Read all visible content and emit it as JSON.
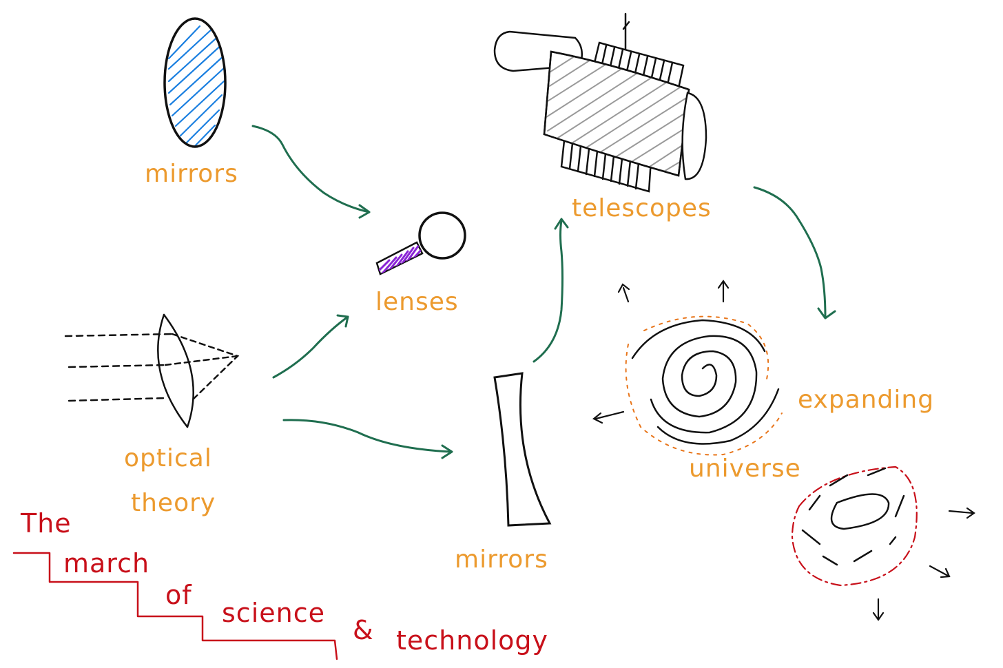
{
  "labels": {
    "mirrors_top": "mirrors",
    "lenses": "lenses",
    "telescopes": "telescopes",
    "optical_line1": "optical",
    "optical_line2": "theory",
    "mirrors_bottom": "mirrors",
    "expanding": "expanding",
    "universe": "universe"
  },
  "title": {
    "word1": "The",
    "word2": "march",
    "word3": "of",
    "word4": "science",
    "word5": "&",
    "word6": "technology"
  },
  "colors": {
    "label_orange": "#ec9a2e",
    "arrow_green": "#1f6e4f",
    "title_red": "#c8101a",
    "mirror_blue": "#1a7fe0",
    "lens_handle_purple": "#8a24d6",
    "telescope_gray": "#9a9a9a",
    "galaxy_orange": "#e8751a",
    "ink": "#111111"
  }
}
